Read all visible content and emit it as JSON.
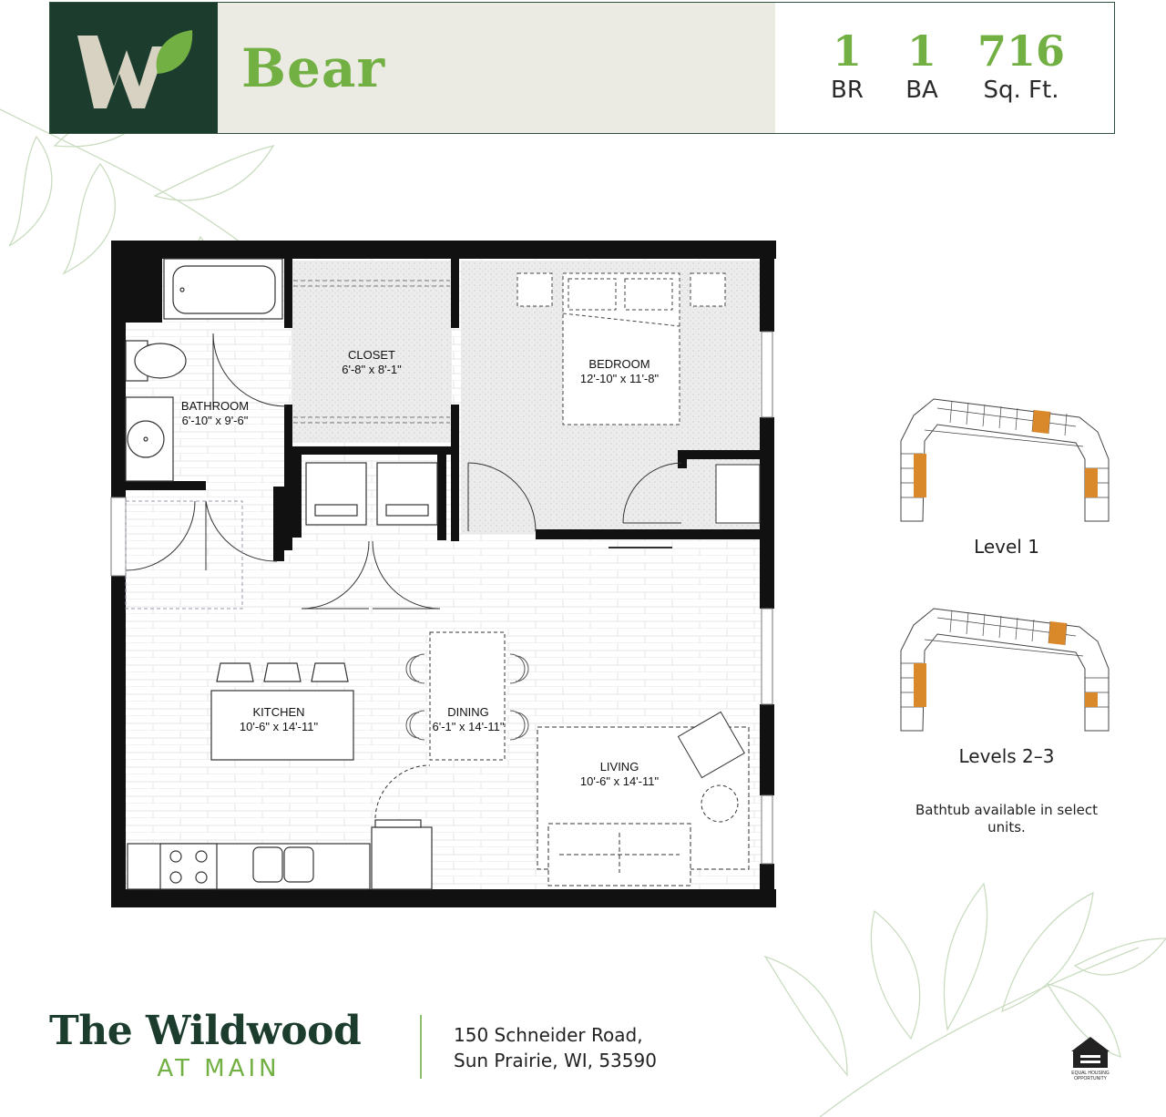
{
  "header": {
    "logo_letter": "W",
    "unit_name": "Bear",
    "stats": [
      {
        "value": "1",
        "label": "BR"
      },
      {
        "value": "1",
        "label": "BA"
      },
      {
        "value": "716",
        "label": "Sq. Ft."
      }
    ]
  },
  "rooms": {
    "closet": {
      "name": "CLOSET",
      "size": "6'-8\" x 8'-1\""
    },
    "bedroom": {
      "name": "BEDROOM",
      "size": "12'-10\" x 11'-8\""
    },
    "bathroom": {
      "name": "BATHROOM",
      "size": "6'-10\" x 9'-6\""
    },
    "kitchen": {
      "name": "KITCHEN",
      "size": "10'-6\" x 14'-11\""
    },
    "dining": {
      "name": "DINING",
      "size": "6'-1\" x 14'-11\""
    },
    "living": {
      "name": "LIVING",
      "size": "10'-6\" x 14'-11\""
    }
  },
  "levels": [
    {
      "label": "Level 1"
    },
    {
      "label": "Levels 2–3"
    }
  ],
  "note": "Bathtub available in select units.",
  "footer": {
    "brand_title": "The Wildwood",
    "brand_sub": "AT MAIN",
    "address_line1": "150 Schneider Road,",
    "address_line2": "Sun Prairie, WI, 53590",
    "eho_line1": "EQUAL HOUSING",
    "eho_line2": "OPPORTUNITY"
  },
  "colors": {
    "brand_dark_green": "#1c3d2e",
    "brand_light_green": "#72b043",
    "header_panel": "#ebebe4",
    "highlight_unit": "#d9892a"
  }
}
